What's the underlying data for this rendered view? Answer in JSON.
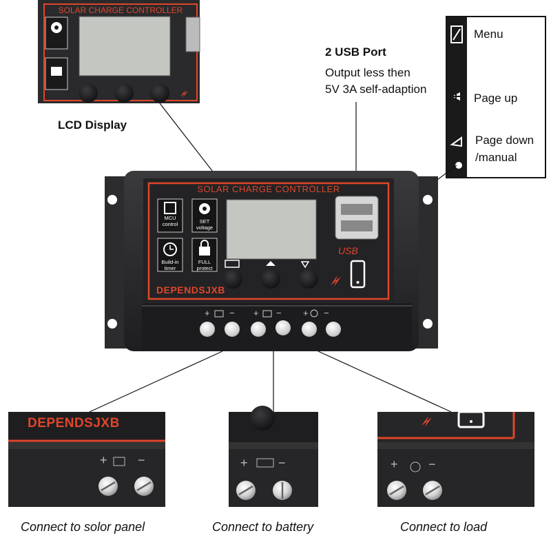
{
  "controller": {
    "title": "SOLAR CHARGE CONTROLLER",
    "brand": "DEPENDSJXB",
    "usb_text": "USB",
    "icons": [
      {
        "name": "mcu-chip-icon",
        "label_1": "MCU",
        "label_2": "control"
      },
      {
        "name": "gear-icon",
        "label_1": "SET",
        "label_2": "voltage"
      },
      {
        "name": "timer-icon",
        "label_1": "Build-in",
        "label_2": "timer"
      },
      {
        "name": "lock-icon",
        "label_1": "FULL",
        "label_2": "protect"
      }
    ],
    "buttons": [
      {
        "name": "menu-button",
        "icon": "menu-icon"
      },
      {
        "name": "page-up-button",
        "icon": "plus-icon"
      },
      {
        "name": "page-down-button",
        "icon": "down-bulb-icon"
      }
    ],
    "terminal_groups": [
      {
        "name": "solar-panel-terminals",
        "icon": "solar-panel-icon",
        "plus": "+",
        "minus": "−"
      },
      {
        "name": "battery-terminals",
        "icon": "battery-icon",
        "plus": "+",
        "minus": "−"
      },
      {
        "name": "load-terminals",
        "icon": "bulb-icon",
        "plus": "+",
        "minus": "−"
      }
    ],
    "colors": {
      "body": "#2a2a2c",
      "accent": "#e0462a",
      "lcd": "#c4c6c2",
      "terminal": "#dedede"
    }
  },
  "callouts": {
    "lcd": {
      "title": "LCD Display"
    },
    "usb": {
      "title": "2 USB Port",
      "line1": "Output less then",
      "line2": "5V 3A self-adaption"
    },
    "buttons_panel": {
      "menu": "Menu",
      "page_up": "Page up",
      "page_down_1": "Page down",
      "page_down_2": "/manual"
    }
  },
  "details": [
    {
      "name": "solar-panel-detail",
      "caption": "Connect to solor panel",
      "brand": "DEPENDSJXB"
    },
    {
      "name": "battery-detail",
      "caption": "Connect to battery"
    },
    {
      "name": "load-detail",
      "caption": "Connect to load"
    }
  ]
}
